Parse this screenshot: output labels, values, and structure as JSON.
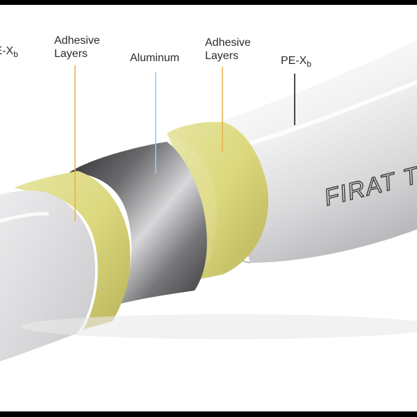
{
  "labels": {
    "pe_left": {
      "main": "PE-X",
      "sub": "b"
    },
    "adhesive_1": {
      "line1": "Adhesive",
      "line2": "Layers"
    },
    "aluminum": "Aluminum",
    "adhesive_2": {
      "line1": "Adhesive",
      "line2": "Layers"
    },
    "pe_right": {
      "main": "PE-X",
      "sub": "b"
    }
  },
  "pipe_marking": "FIRAT TI",
  "colors": {
    "frame": "#000000",
    "background": "#ffffff",
    "pe_layer": "#e6e6e6",
    "adhesive_layer": "#e2e08c",
    "aluminum_layer": "#8a8a8c",
    "leader_adhesive": "#e8b24a",
    "leader_aluminum": "#9fc8e6",
    "leader_pe": "#1a1a1a"
  }
}
